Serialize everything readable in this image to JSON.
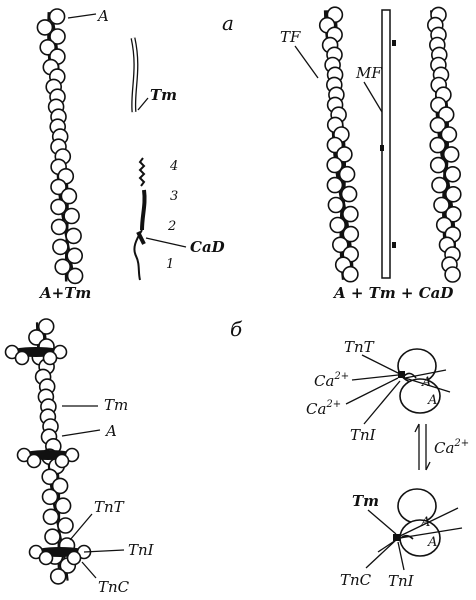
{
  "panel_a": {
    "label": "a",
    "left_labels": {
      "actin": "A",
      "tropomyosin": "Tm",
      "segments": [
        "4",
        "3",
        "2",
        "1"
      ],
      "caldesmon": "CaD",
      "caption": "A+Tm"
    },
    "right_labels": {
      "thin_filament": "TF",
      "myosin_filament": "MF",
      "caption": "A + Tm + CaD"
    }
  },
  "panel_b": {
    "label": "б",
    "left_labels": {
      "tropomyosin": "Tm",
      "actin": "A",
      "troponin_t": "TnT",
      "troponin_i": "TnI",
      "troponin_c": "TnC"
    },
    "right_labels": {
      "troponin_t": "TnT",
      "calcium_1": "Ca",
      "calcium_2": "Ca",
      "superscript": "2+",
      "troponin_i_top": "TnI",
      "actin_1": "A",
      "actin_2": "A",
      "calcium_arrow": "Ca",
      "tropomyosin": "Tm",
      "actin_3": "A",
      "actin_4": "A",
      "troponin_c": "TnC",
      "troponin_i_bottom": "TnI"
    }
  }
}
